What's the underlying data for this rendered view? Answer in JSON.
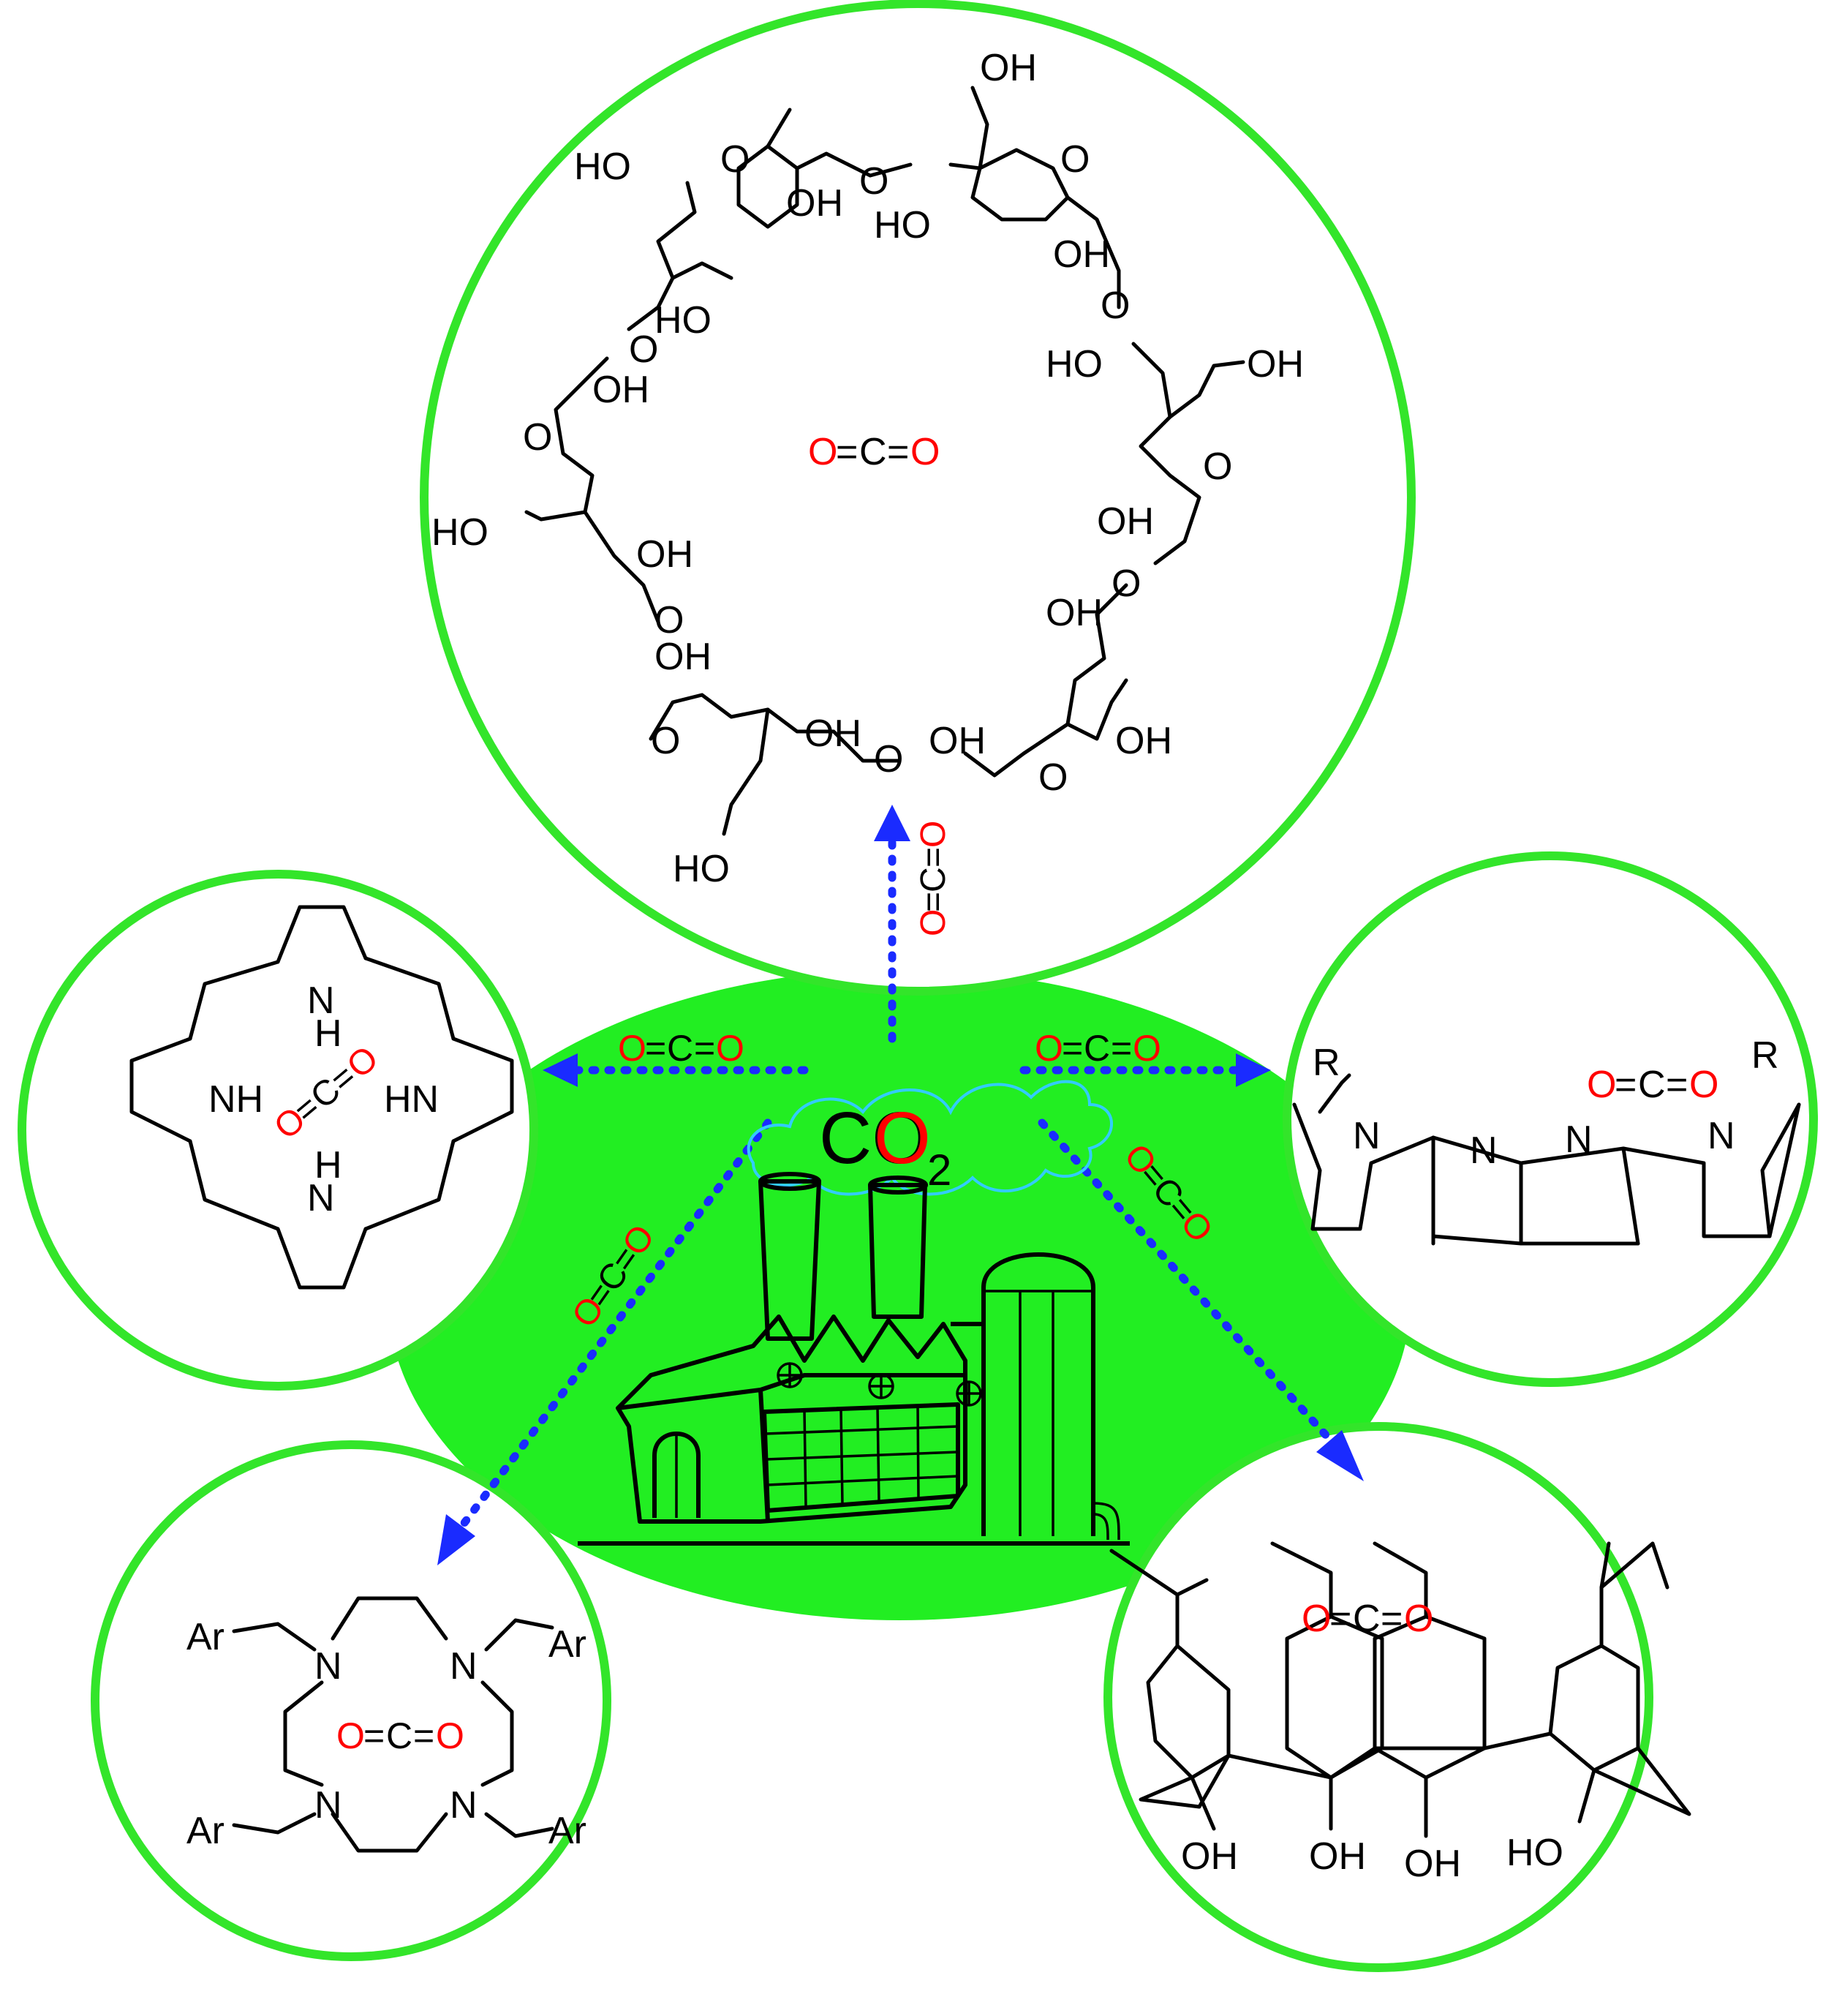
{
  "colors": {
    "ring": "#33e52a",
    "blob": "#22ee22",
    "arrow": "#1a2bff",
    "oxygen": "#ff0000",
    "cloud": "#33ccff"
  },
  "center": {
    "co2_main": "CO",
    "co2_sub": "2",
    "icon": "factory-icon"
  },
  "co2": {
    "o": "O",
    "c": "C",
    "eq": "="
  },
  "labels": {
    "hydroxyl": "OH",
    "hydroxyl_rev": "HO",
    "oxygen": "O",
    "nitrogen": "N",
    "amine": "NH",
    "amine_rev": "HN",
    "hydrogen": "H",
    "aryl": "Ar",
    "r_group": "R"
  }
}
